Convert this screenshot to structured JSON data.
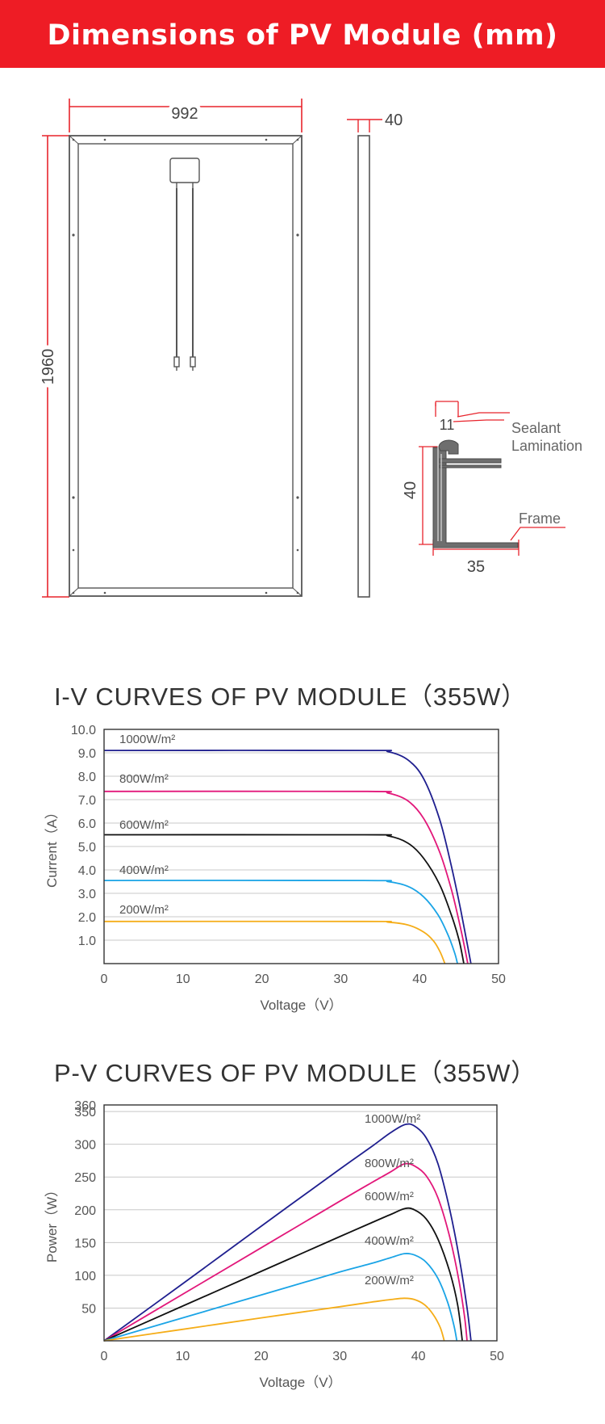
{
  "banner": {
    "title": "Dimensions of PV Module (mm)",
    "color": "#ee1c25"
  },
  "dimensions": {
    "width": "992",
    "height": "1960",
    "thickness": "40",
    "frame_width": "35",
    "frame_height": "40",
    "frame_lip": "11",
    "labels": {
      "sealant": "Sealant",
      "lamination": "Lamination",
      "frame": "Frame"
    },
    "dimension_line_color": "#e8242c"
  },
  "chart_data": [
    {
      "type": "line",
      "title": "I-V CURVES OF PV MODULE（355W）",
      "xlabel": "Voltage（V）",
      "ylabel": "Current（A）",
      "xlim": [
        0,
        50
      ],
      "ylim": [
        0,
        10
      ],
      "xticks": [
        "0",
        "10",
        "20",
        "30",
        "40",
        "50"
      ],
      "yticks": [
        "1.0",
        "2.0",
        "3.0",
        "4.0",
        "5.0",
        "6.0",
        "7.0",
        "8.0",
        "9.0",
        "10.0"
      ],
      "grid": "horizontal",
      "series": [
        {
          "name": "1000W/m²",
          "color": "#1f1f8f",
          "points": [
            [
              0,
              9.1
            ],
            [
              33,
              9.1
            ],
            [
              36,
              9.05
            ],
            [
              38.5,
              8.7
            ],
            [
              40.5,
              7.9
            ],
            [
              42.5,
              6.2
            ],
            [
              44,
              4.2
            ],
            [
              45.2,
              2.3
            ],
            [
              46,
              0.9
            ],
            [
              46.5,
              0
            ]
          ]
        },
        {
          "name": "800W/m²",
          "color": "#e2177a",
          "points": [
            [
              0,
              7.35
            ],
            [
              33,
              7.35
            ],
            [
              36,
              7.28
            ],
            [
              38.5,
              6.95
            ],
            [
              40.5,
              6.2
            ],
            [
              42.5,
              4.8
            ],
            [
              44,
              3.2
            ],
            [
              45,
              1.8
            ],
            [
              45.7,
              0.7
            ],
            [
              46.1,
              0
            ]
          ]
        },
        {
          "name": "600W/m²",
          "color": "#111111",
          "points": [
            [
              0,
              5.5
            ],
            [
              33,
              5.5
            ],
            [
              36,
              5.45
            ],
            [
              38.5,
              5.15
            ],
            [
              40.5,
              4.5
            ],
            [
              42.5,
              3.4
            ],
            [
              44,
              2.1
            ],
            [
              45,
              1.0
            ],
            [
              45.6,
              0
            ]
          ]
        },
        {
          "name": "400W/m²",
          "color": "#1aa4e6",
          "points": [
            [
              0,
              3.55
            ],
            [
              33,
              3.55
            ],
            [
              36,
              3.5
            ],
            [
              38.5,
              3.3
            ],
            [
              40.5,
              2.85
            ],
            [
              42.3,
              2.1
            ],
            [
              43.5,
              1.3
            ],
            [
              44.4,
              0.5
            ],
            [
              44.8,
              0
            ]
          ]
        },
        {
          "name": "200W/m²",
          "color": "#f5ad18",
          "points": [
            [
              0,
              1.8
            ],
            [
              33,
              1.8
            ],
            [
              36,
              1.77
            ],
            [
              38.5,
              1.65
            ],
            [
              40.5,
              1.35
            ],
            [
              41.8,
              0.95
            ],
            [
              42.6,
              0.5
            ],
            [
              43.2,
              0
            ]
          ]
        }
      ]
    },
    {
      "type": "line",
      "title": "P-V CURVES OF PV MODULE（355W）",
      "xlabel": "Voltage（V）",
      "ylabel": "Power（W）",
      "xlim": [
        0,
        50
      ],
      "ylim": [
        0,
        360
      ],
      "xticks": [
        "0",
        "10",
        "20",
        "30",
        "40",
        "50"
      ],
      "yticks": [
        "50",
        "100",
        "150",
        "200",
        "250",
        "300",
        "350"
      ],
      "yticks_top": "360",
      "grid": "horizontal",
      "series": [
        {
          "name": "1000W/m²",
          "color": "#1f1f8f",
          "points": [
            [
              0,
              0
            ],
            [
              10,
              87
            ],
            [
              20,
              175
            ],
            [
              30,
              262
            ],
            [
              34,
              296
            ],
            [
              36.5,
              318
            ],
            [
              38.3,
              330
            ],
            [
              39.5,
              328
            ],
            [
              41,
              310
            ],
            [
              42.5,
              270
            ],
            [
              44,
              200
            ],
            [
              45.3,
              120
            ],
            [
              46.2,
              50
            ],
            [
              46.7,
              0
            ]
          ]
        },
        {
          "name": "800W/m²",
          "color": "#e2177a",
          "points": [
            [
              0,
              0
            ],
            [
              10,
              71
            ],
            [
              20,
              142
            ],
            [
              30,
              213
            ],
            [
              34,
              241
            ],
            [
              36.5,
              258
            ],
            [
              38.2,
              270
            ],
            [
              39.5,
              267
            ],
            [
              41,
              252
            ],
            [
              42.5,
              218
            ],
            [
              44,
              158
            ],
            [
              45.2,
              90
            ],
            [
              45.9,
              35
            ],
            [
              46.2,
              0
            ]
          ]
        },
        {
          "name": "600W/m²",
          "color": "#111111",
          "points": [
            [
              0,
              0
            ],
            [
              10,
              53
            ],
            [
              20,
              106
            ],
            [
              30,
              159
            ],
            [
              34,
              180
            ],
            [
              36.5,
              193
            ],
            [
              38.3,
              202
            ],
            [
              39.5,
              200
            ],
            [
              41,
              186
            ],
            [
              42.5,
              155
            ],
            [
              44,
              105
            ],
            [
              45,
              55
            ],
            [
              45.6,
              0
            ]
          ]
        },
        {
          "name": "400W/m²",
          "color": "#1aa4e6",
          "points": [
            [
              0,
              0
            ],
            [
              10,
              35
            ],
            [
              20,
              70
            ],
            [
              30,
              105
            ],
            [
              34,
              118
            ],
            [
              36.5,
              127
            ],
            [
              38.2,
              133
            ],
            [
              39.5,
              131
            ],
            [
              41,
              120
            ],
            [
              42.5,
              95
            ],
            [
              43.7,
              60
            ],
            [
              44.5,
              25
            ],
            [
              44.9,
              0
            ]
          ]
        },
        {
          "name": "200W/m²",
          "color": "#f5ad18",
          "points": [
            [
              0,
              0
            ],
            [
              10,
              17.5
            ],
            [
              20,
              35
            ],
            [
              30,
              52
            ],
            [
              34,
              59
            ],
            [
              36.5,
              63
            ],
            [
              38.2,
              65
            ],
            [
              39.5,
              63
            ],
            [
              40.8,
              55
            ],
            [
              41.9,
              40
            ],
            [
              42.8,
              20
            ],
            [
              43.3,
              0
            ]
          ]
        }
      ]
    }
  ]
}
